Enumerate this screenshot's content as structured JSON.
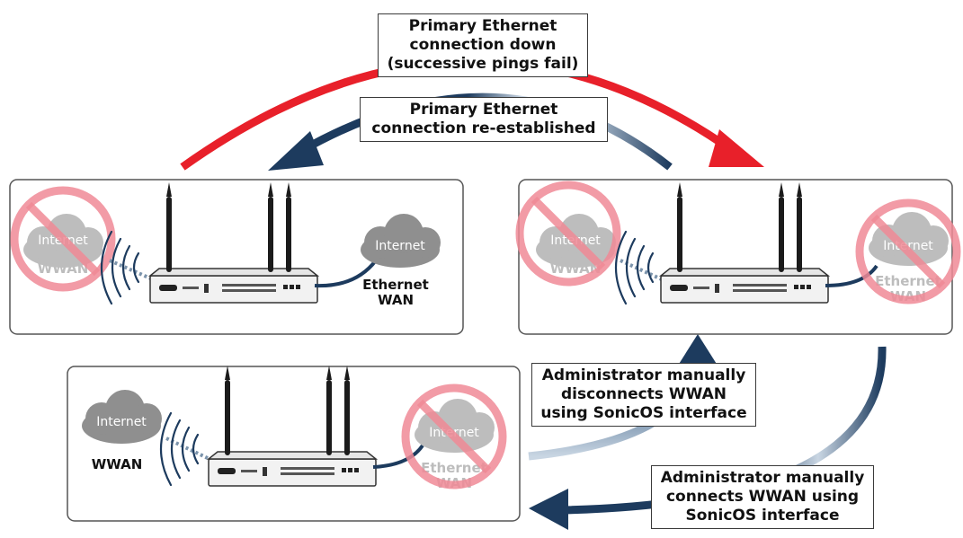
{
  "callouts": {
    "primary_down": [
      "Primary Ethernet",
      "connection down",
      "(successive pings fail)"
    ],
    "primary_reestablished": [
      "Primary Ethernet",
      "connection re-established"
    ],
    "admin_disconnect": [
      "Administrator manually",
      "disconnects WWAN",
      "using SonicOS interface"
    ],
    "admin_connect": [
      "Administrator manually",
      "connects WWAN using",
      "SonicOS interface"
    ]
  },
  "panels": {
    "top_left": {
      "cloud_left": "Internet",
      "left_label": "WWAN",
      "cloud_right": "Internet",
      "right_label": [
        "Ethernet",
        "WAN"
      ]
    },
    "top_right": {
      "cloud_left": "Internet",
      "left_label": "WWAN",
      "cloud_right": "Internet",
      "right_label": [
        "Ethernet",
        "WAN"
      ]
    },
    "bottom": {
      "cloud_left": "Internet",
      "left_label": "WWAN",
      "cloud_right": "Internet",
      "right_label": [
        "Ethernet",
        "WAN"
      ]
    }
  },
  "colors": {
    "red_arrow": "#e8202a",
    "navy_arrow": "#1d3b5e",
    "cloud": "#8f8f8f",
    "no_sign": "#f08a96"
  }
}
